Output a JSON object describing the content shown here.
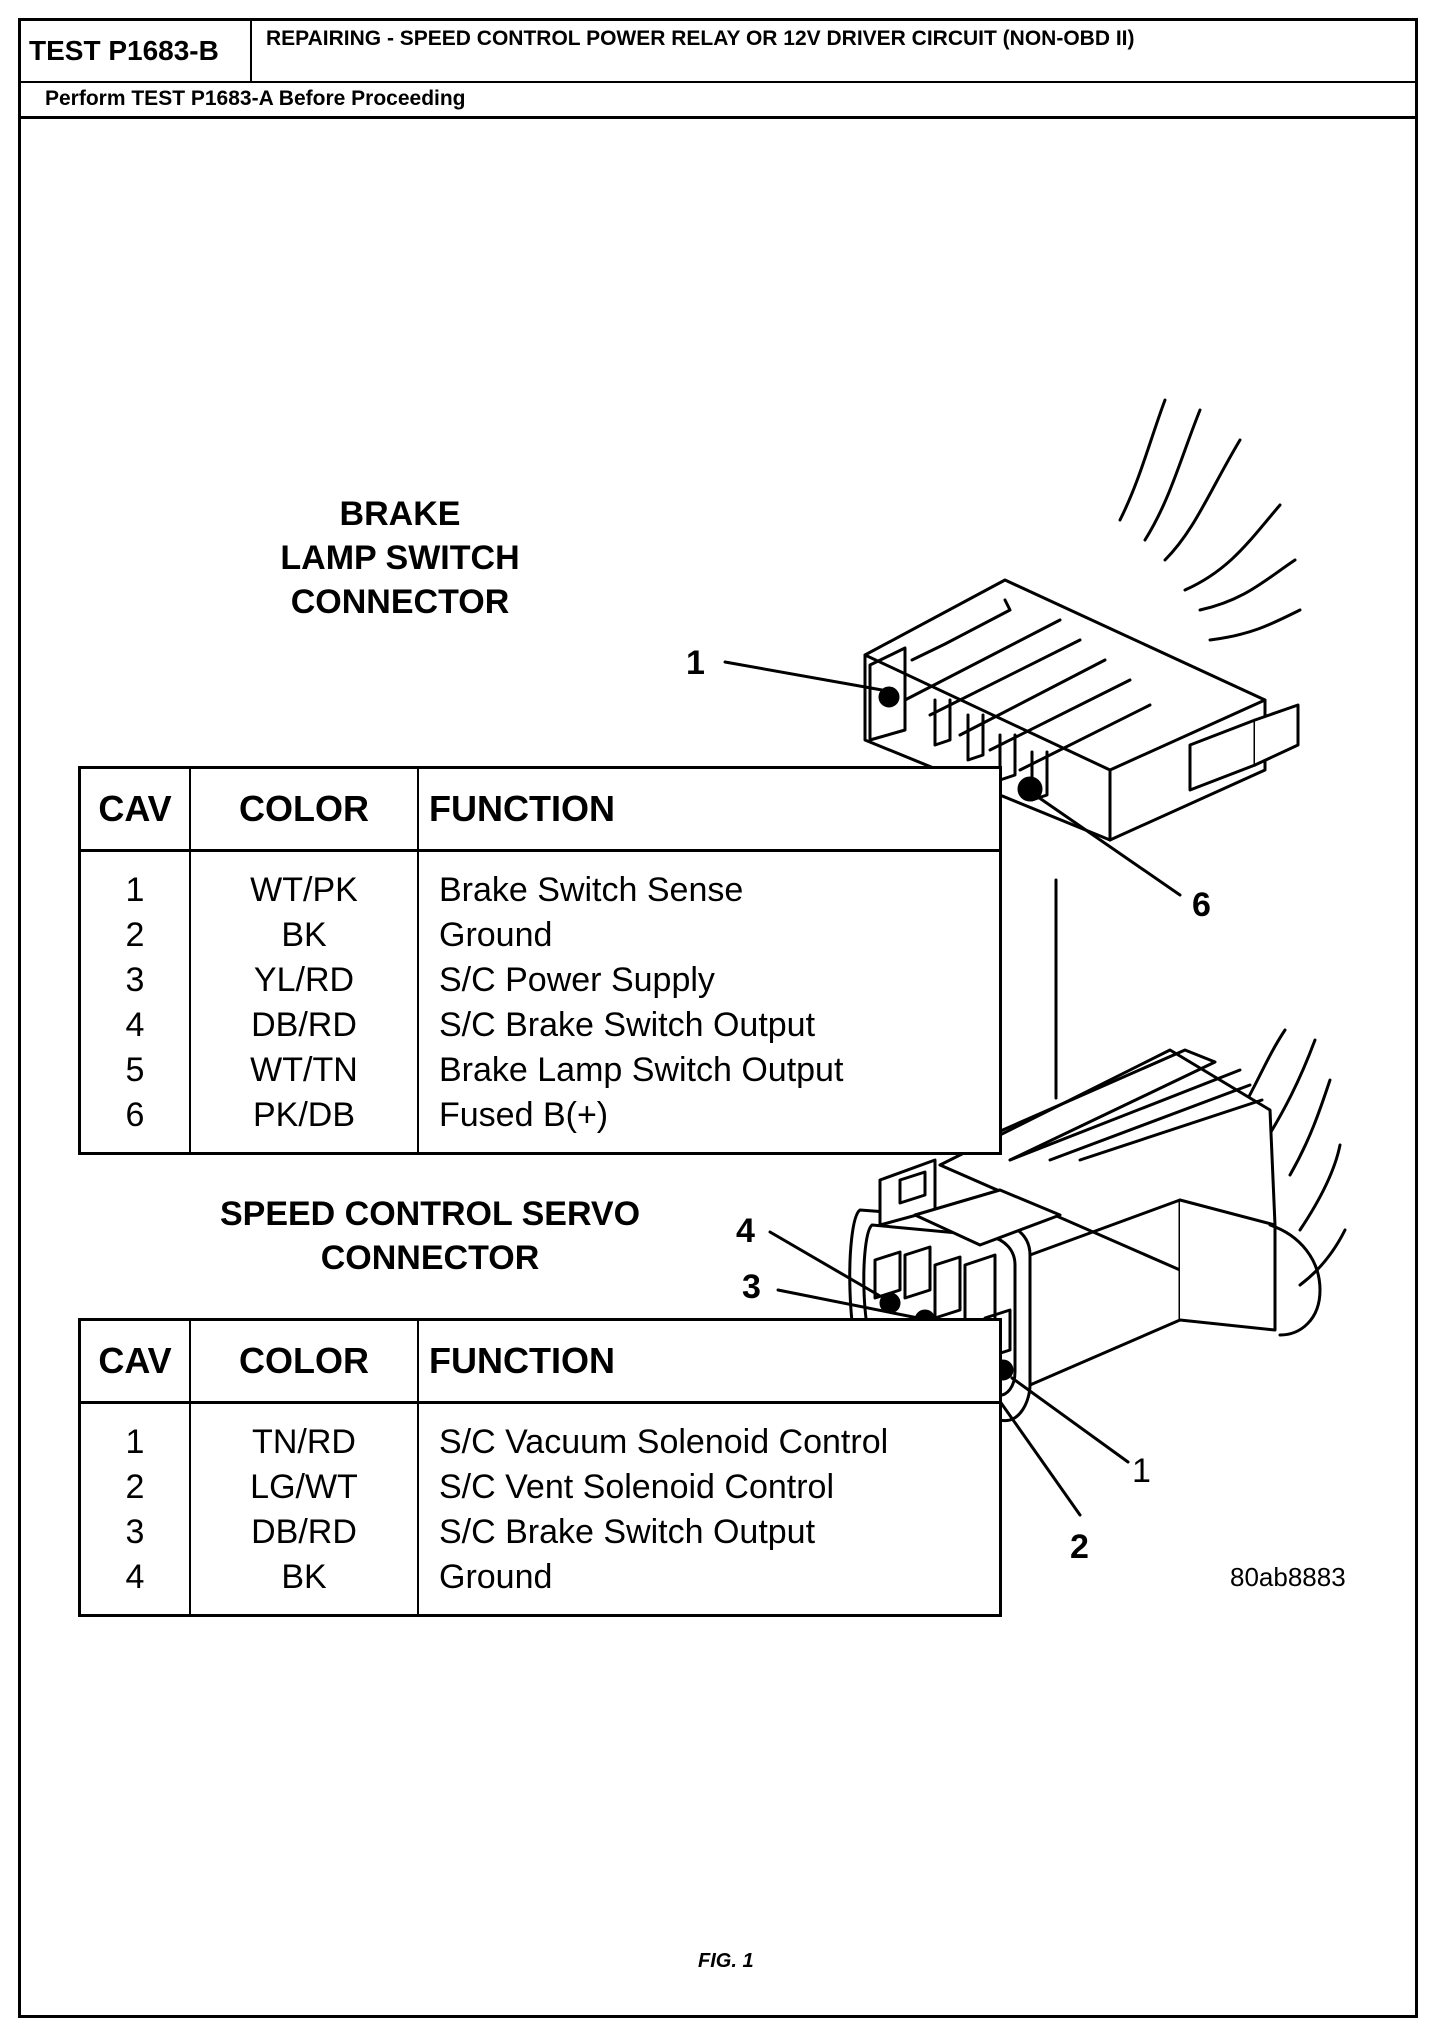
{
  "header": {
    "test_id": "TEST P1683-B",
    "title": "REPAIRING - SPEED CONTROL POWER RELAY OR 12V DRIVER CIRCUIT (NON-OBD II)",
    "subheader": "Perform TEST P1683-A Before Proceeding"
  },
  "brake_lamp_switch": {
    "heading_lines": [
      "BRAKE",
      "LAMP SWITCH",
      "CONNECTOR"
    ],
    "callout_top": "1",
    "callout_bottom": "6",
    "columns": [
      "CAV",
      "COLOR",
      "FUNCTION"
    ],
    "rows": [
      {
        "cav": "1",
        "color": "WT/PK",
        "function": "Brake Switch Sense"
      },
      {
        "cav": "2",
        "color": "BK",
        "function": "Ground"
      },
      {
        "cav": "3",
        "color": "YL/RD",
        "function": "S/C Power Supply"
      },
      {
        "cav": "4",
        "color": "DB/RD",
        "function": "S/C Brake Switch Output"
      },
      {
        "cav": "5",
        "color": "WT/TN",
        "function": "Brake Lamp Switch Output"
      },
      {
        "cav": "6",
        "color": "PK/DB",
        "function": "Fused B(+)"
      }
    ]
  },
  "speed_control_servo": {
    "heading_lines": [
      "SPEED CONTROL SERVO",
      "CONNECTOR"
    ],
    "callouts": [
      "4",
      "3",
      "1",
      "2"
    ],
    "columns": [
      "CAV",
      "COLOR",
      "FUNCTION"
    ],
    "rows": [
      {
        "cav": "1",
        "color": "TN/RD",
        "function": "S/C Vacuum Solenoid Control"
      },
      {
        "cav": "2",
        "color": "LG/WT",
        "function": "S/C Vent Solenoid Control"
      },
      {
        "cav": "3",
        "color": "DB/RD",
        "function": "S/C Brake Switch Output"
      },
      {
        "cav": "4",
        "color": "BK",
        "function": "Ground"
      }
    ]
  },
  "reference_code": "80ab8883",
  "figure_caption": "FIG. 1"
}
